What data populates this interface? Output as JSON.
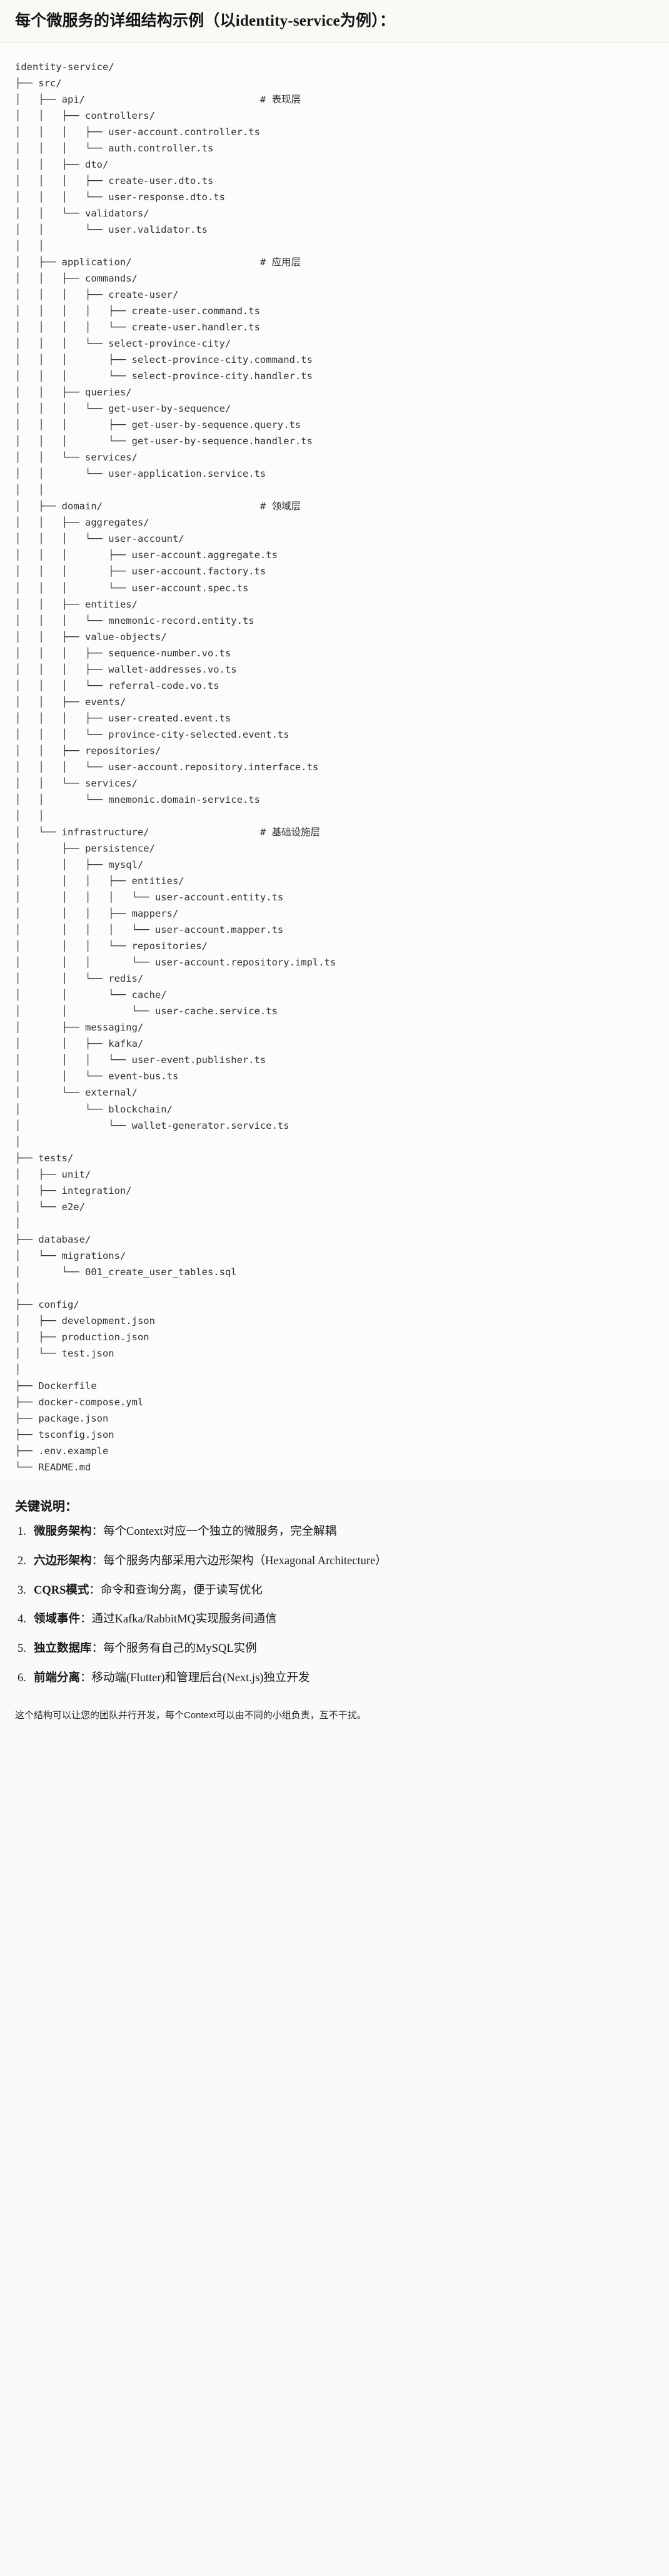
{
  "header": {
    "title": "每个微服务的详细结构示例（以identity-service为例）："
  },
  "tree": {
    "root": "identity-service/",
    "text": "identity-service/\n├── src/\n│   ├── api/                              # 表现层\n│   │   ├── controllers/\n│   │   │   ├── user-account.controller.ts\n│   │   │   └── auth.controller.ts\n│   │   ├── dto/\n│   │   │   ├── create-user.dto.ts\n│   │   │   └── user-response.dto.ts\n│   │   └── validators/\n│   │       └── user.validator.ts\n│   │\n│   ├── application/                      # 应用层\n│   │   ├── commands/\n│   │   │   ├── create-user/\n│   │   │   │   ├── create-user.command.ts\n│   │   │   │   └── create-user.handler.ts\n│   │   │   └── select-province-city/\n│   │   │       ├── select-province-city.command.ts\n│   │   │       └── select-province-city.handler.ts\n│   │   ├── queries/\n│   │   │   └── get-user-by-sequence/\n│   │   │       ├── get-user-by-sequence.query.ts\n│   │   │       └── get-user-by-sequence.handler.ts\n│   │   └── services/\n│   │       └── user-application.service.ts\n│   │\n│   ├── domain/                           # 领域层\n│   │   ├── aggregates/\n│   │   │   └── user-account/\n│   │   │       ├── user-account.aggregate.ts\n│   │   │       ├── user-account.factory.ts\n│   │   │       └── user-account.spec.ts\n│   │   ├── entities/\n│   │   │   └── mnemonic-record.entity.ts\n│   │   ├── value-objects/\n│   │   │   ├── sequence-number.vo.ts\n│   │   │   ├── wallet-addresses.vo.ts\n│   │   │   └── referral-code.vo.ts\n│   │   ├── events/\n│   │   │   ├── user-created.event.ts\n│   │   │   └── province-city-selected.event.ts\n│   │   ├── repositories/\n│   │   │   └── user-account.repository.interface.ts\n│   │   └── services/\n│   │       └── mnemonic.domain-service.ts\n│   │\n│   └── infrastructure/                   # 基础设施层\n│       ├── persistence/\n│       │   ├── mysql/\n│       │   │   ├── entities/\n│       │   │   │   └── user-account.entity.ts\n│       │   │   ├── mappers/\n│       │   │   │   └── user-account.mapper.ts\n│       │   │   └── repositories/\n│       │   │       └── user-account.repository.impl.ts\n│       │   └── redis/\n│       │       └── cache/\n│       │           └── user-cache.service.ts\n│       ├── messaging/\n│       │   ├── kafka/\n│       │   │   └── user-event.publisher.ts\n│       │   └── event-bus.ts\n│       └── external/\n│           └── blockchain/\n│               └── wallet-generator.service.ts\n│\n├── tests/\n│   ├── unit/\n│   ├── integration/\n│   └── e2e/\n│\n├── database/\n│   └── migrations/\n│       └── 001_create_user_tables.sql\n│\n├── config/\n│   ├── development.json\n│   ├── production.json\n│   └── test.json\n│\n├── Dockerfile\n├── docker-compose.yml\n├── package.json\n├── tsconfig.json\n├── .env.example\n└── README.md",
    "layer_comments": [
      "# 表现层",
      "# 应用层",
      "# 领域层",
      "# 基础设施层"
    ]
  },
  "notes": {
    "heading": "关键说明：",
    "items": [
      {
        "label": "微服务架构",
        "separator": "：",
        "text": "每个Context对应一个独立的微服务，完全解耦"
      },
      {
        "label": "六边形架构",
        "separator": "：",
        "text": "每个服务内部采用六边形架构（Hexagonal Architecture）"
      },
      {
        "label": "CQRS模式",
        "separator": "：",
        "text": "命令和查询分离，便于读写优化"
      },
      {
        "label": "领域事件",
        "separator": "：",
        "text": "通过Kafka/RabbitMQ实现服务间通信"
      },
      {
        "label": "独立数据库",
        "separator": "：",
        "text": "每个服务有自己的MySQL实例"
      },
      {
        "label": "前端分离",
        "separator": "：",
        "text": "移动端(Flutter)和管理后台(Next.js)独立开发"
      }
    ]
  },
  "closing": {
    "text": "这个结构可以让您的团队并行开发，每个Context可以由不同的小组负责，互不干扰。"
  }
}
